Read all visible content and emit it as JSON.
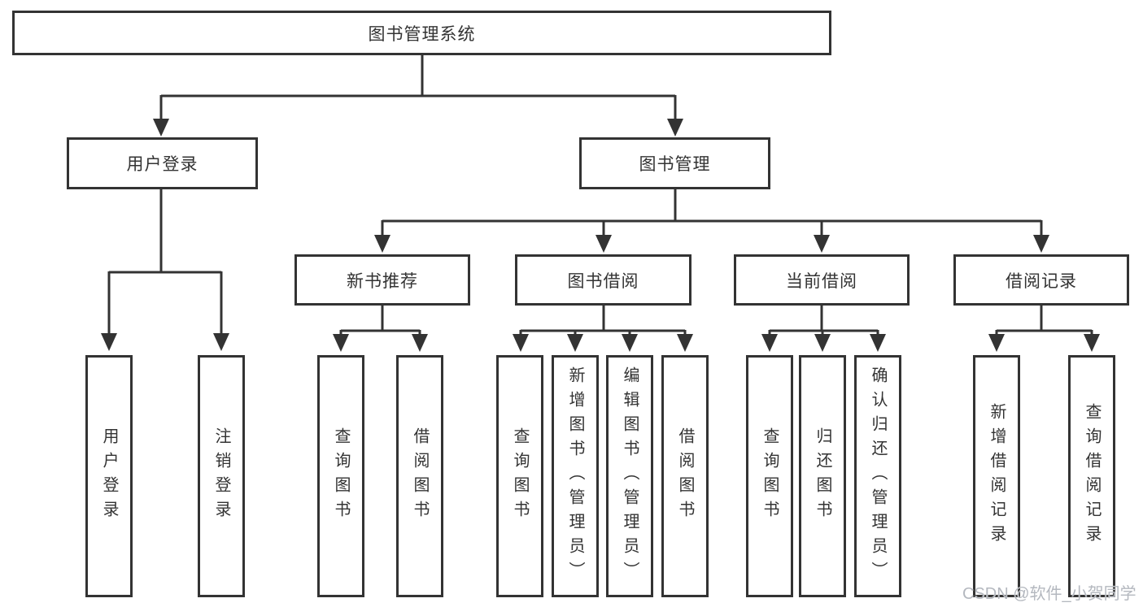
{
  "tree": {
    "root": {
      "label": "图书管理系统"
    },
    "children": [
      {
        "label": "用户登录",
        "children": [
          {
            "label": "用户登录"
          },
          {
            "label": "注销登录"
          }
        ]
      },
      {
        "label": "图书管理",
        "children": [
          {
            "label": "新书推荐",
            "children": [
              {
                "label": "查询图书"
              },
              {
                "label": "借阅图书"
              }
            ]
          },
          {
            "label": "图书借阅",
            "children": [
              {
                "label": "查询图书"
              },
              {
                "label": "新增图书（管理员）"
              },
              {
                "label": "编辑图书（管理员）"
              },
              {
                "label": "借阅图书"
              }
            ]
          },
          {
            "label": "当前借阅",
            "children": [
              {
                "label": "查询图书"
              },
              {
                "label": "归还图书"
              },
              {
                "label": "确认归还（管理员）"
              }
            ]
          },
          {
            "label": "借阅记录",
            "children": [
              {
                "label": "新增借阅记录"
              },
              {
                "label": "查询借阅记录"
              }
            ]
          }
        ]
      }
    ]
  },
  "watermark": {
    "text": "CSDN @软件_小贺同学"
  },
  "colors": {
    "line": "#333333",
    "box_border": "#333333",
    "text": "#333333",
    "background": "#ffffff",
    "watermark": "#b4b8bf"
  }
}
